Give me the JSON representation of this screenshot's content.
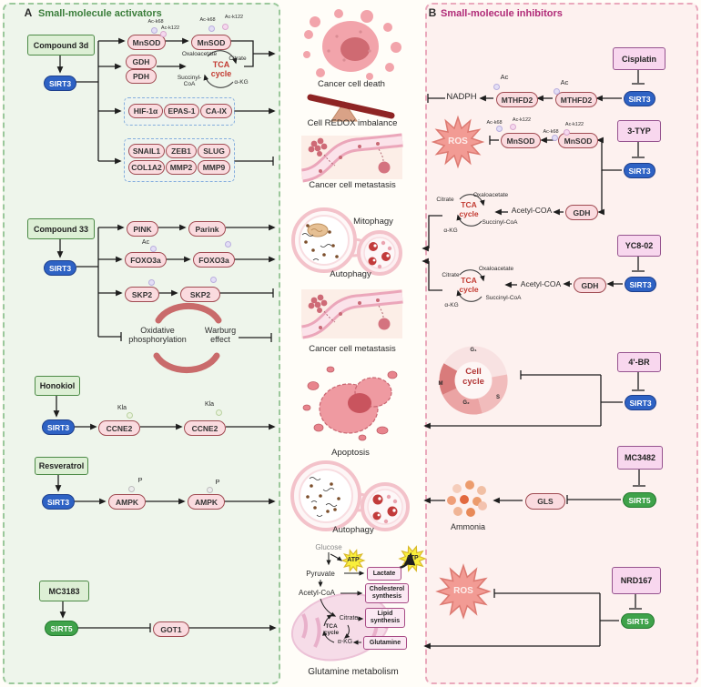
{
  "colors": {
    "sirt3_fill": "#2e62c4",
    "sirt5_fill": "#3fa24a",
    "activator_box_fill": "#ddefd5",
    "inhibitor_box_fill": "#f8d7ee",
    "target_pill_fill": "#fadbdf",
    "target_pill_border": "#a04b52",
    "tca_text": "#c23a31",
    "ros_star_fill": "#f29b94",
    "atp_star_fill": "#f9ef3c",
    "panelA_bg": "#eef5eb",
    "panelB_bg": "#fdf1ef",
    "panelA_title": "#3a7d3a",
    "panelB_title": "#b02a77"
  },
  "panelA": {
    "label": "A",
    "title": "Small-molecule activators",
    "compound3d": "Compound 3d",
    "compound33": "Compound 33",
    "honokiol": "Honokiol",
    "resveratrol": "Resveratrol",
    "mc3183": "MC3183",
    "sirt3": "SIRT3",
    "sirt5": "SIRT5",
    "mnsod": "MnSOD",
    "ac_k68": "Ac-k68",
    "ac_k122": "Ac-k122",
    "gdh": "GDH",
    "pdh": "PDH",
    "tca_word1": "TCA",
    "tca_word2": "cycle",
    "oxaloacetate": "Oxaloacetate",
    "citrate": "Citrate",
    "alpha_kg": "α-KG",
    "succinyl_coa": "Succinyl-CoA",
    "hif1a": "HIF-1α",
    "epas1": "EPAS-1",
    "caix": "CA-IX",
    "snail1": "SNAIL1",
    "zeb1": "ZEB1",
    "slug": "SLUG",
    "col1a2": "COL1A2",
    "mmp2": "MMP2",
    "mmp9": "MMP9",
    "pink": "PINK",
    "parink": "Parink",
    "ac": "Ac",
    "foxo3a": "FOXO3a",
    "skp2": "SKP2",
    "oxphos_line1": "Oxidative",
    "oxphos_line2": "phosphorylation",
    "warburg_line1": "Warburg",
    "warburg_line2": "effect",
    "kla": "Kla",
    "ccne2": "CCNE2",
    "p": "P",
    "ampk": "AMPK",
    "got1": "GOT1"
  },
  "middle": {
    "cancer_cell_death": "Cancer cell death",
    "cell_redox_imbalance": "Cell REDOX imbalance",
    "cancer_cell_metastasis": "Cancer cell metastasis",
    "mitophagy": "Mitophagy",
    "autophagy": "Autophagy",
    "apoptosis": "Apoptosis",
    "glutamine_metabolism": "Glutamine metabolism",
    "glucose": "Glucose",
    "atp": "ATP",
    "pyruvate": "Pyruvate",
    "lactate": "Lactate",
    "acetyl_coa": "Acetyl-CoA",
    "cholesterol_line1": "Cholesterol",
    "cholesterol_line2": "synthesis",
    "lipid_line1": "Lipid",
    "lipid_line2": "synthesis",
    "tca_word1": "TCA",
    "tca_word2": "cycle",
    "citrate": "Citrate",
    "alpha_kg": "α-KG",
    "glutamine": "Glutamine"
  },
  "panelB": {
    "label": "B",
    "title": "Small-molecule inhibitors",
    "cisplatin": "Cisplatin",
    "three_typ": "3-TYP",
    "yc8_02": "YC8-02",
    "four_br": "4'-BR",
    "mc3482": "MC3482",
    "nrd167": "NRD167",
    "sirt3": "SIRT3",
    "sirt5": "SIRT5",
    "ac": "Ac",
    "mthfd2": "MTHFD2",
    "nadph": "NADPH",
    "ros": "ROS",
    "mnsod": "MnSOD",
    "ac_k68": "Ac-k68",
    "ac_k122": "Ac-k122",
    "acetyl_coa": "Acetyl-COA",
    "gdh": "GDH",
    "tca_word1": "TCA",
    "tca_word2": "cycle",
    "oxaloacetate": "Oxaloacetate",
    "citrate": "Citrate",
    "alpha_kg": "α-KG",
    "succinyl_coa": "Succinyl-CoA",
    "cell_word1": "Cell",
    "cell_word2": "cycle",
    "g1": "G₁",
    "g2": "G₂",
    "s": "S",
    "m": "M",
    "gls": "GLS",
    "ammonia": "Ammonia"
  }
}
